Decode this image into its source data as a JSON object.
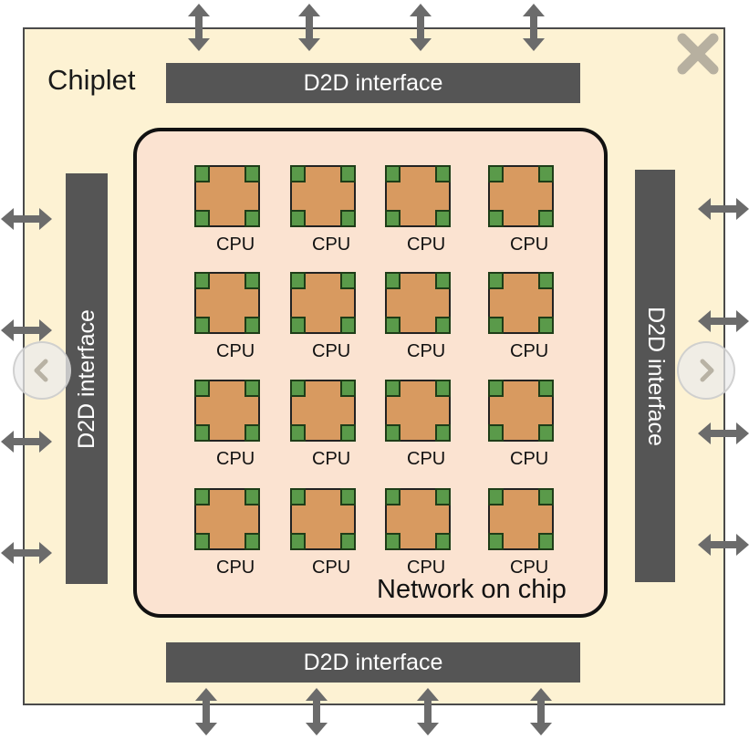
{
  "chiplet": {
    "label": "Chiplet"
  },
  "interfaces": {
    "top": "D2D interface",
    "bottom": "D2D interface",
    "left": "D2D interface",
    "right": "D2D interface"
  },
  "noc": {
    "label": "Network on chip"
  },
  "cpu_label": "CPU",
  "colors": {
    "chiplet_bg": "#fdf2d3",
    "noc_bg": "#fbe3d1",
    "cpu_core": "#d89a60",
    "cpu_pad": "#5a9a4a",
    "interface": "#555555",
    "arrow": "#6b6b6b"
  },
  "controls": {
    "close_icon": "close-icon",
    "prev_icon": "chevron-left-icon",
    "next_icon": "chevron-right-icon"
  }
}
